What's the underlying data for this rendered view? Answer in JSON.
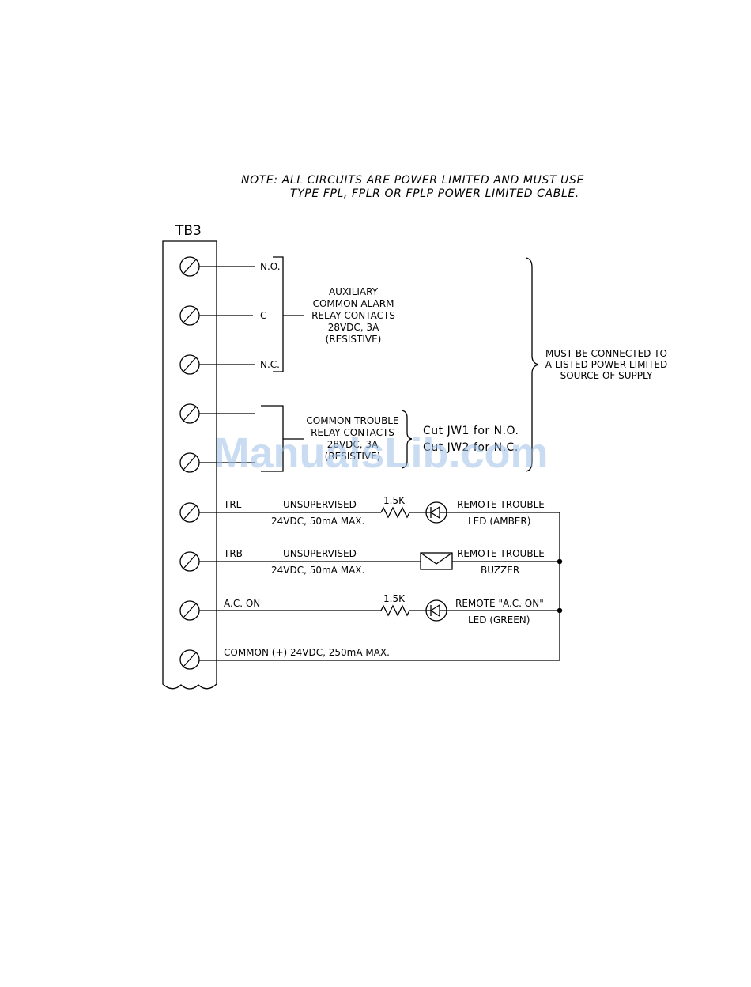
{
  "note": {
    "line1": "NOTE:   ALL  CIRCUITS  ARE  POWER  LIMITED  AND  MUST  USE",
    "line2": "TYPE  FPL,  FPLR  OR  FPLP  POWER  LIMITED  CABLE."
  },
  "terminal_block": {
    "label": "TB3"
  },
  "aux_relay": {
    "no": "N.O.",
    "c": "C",
    "nc": "N.C.",
    "desc": [
      "AUXILIARY",
      "COMMON ALARM",
      "RELAY  CONTACTS",
      "28VDC,  3A",
      "(RESISTIVE)"
    ]
  },
  "power_note": [
    "MUST  BE  CONNECTED  TO",
    "A  LISTED  POWER  LIMITED",
    "SOURCE  OF  SUPPLY"
  ],
  "trouble_relay": {
    "desc": [
      "COMMON  TROUBLE",
      "RELAY  CONTACTS",
      "28VDC,  3A",
      "(RESISTIVE)"
    ],
    "jumper1": "Cut  JW1  for  N.O.",
    "jumper2": "Cut  JW2  for  N.C."
  },
  "trl": {
    "label": "TRL",
    "type": "UNSUPERVISED",
    "rating": "24VDC,  50mA  MAX.",
    "resistor": "1.5K",
    "device1": "REMOTE  TROUBLE",
    "device2": "LED  (AMBER)"
  },
  "trb": {
    "label": "TRB",
    "type": "UNSUPERVISED",
    "rating": "24VDC,  50mA  MAX.",
    "device1": "REMOTE  TROUBLE",
    "device2": "BUZZER"
  },
  "acon": {
    "label": "A.C.  ON",
    "resistor": "1.5K",
    "device1": "REMOTE  \"A.C.  ON\"",
    "device2": "LED  (GREEN)"
  },
  "common": {
    "label": "COMMON  (+)    24VDC,  250mA  MAX."
  },
  "watermark": "ManualsLib.com"
}
